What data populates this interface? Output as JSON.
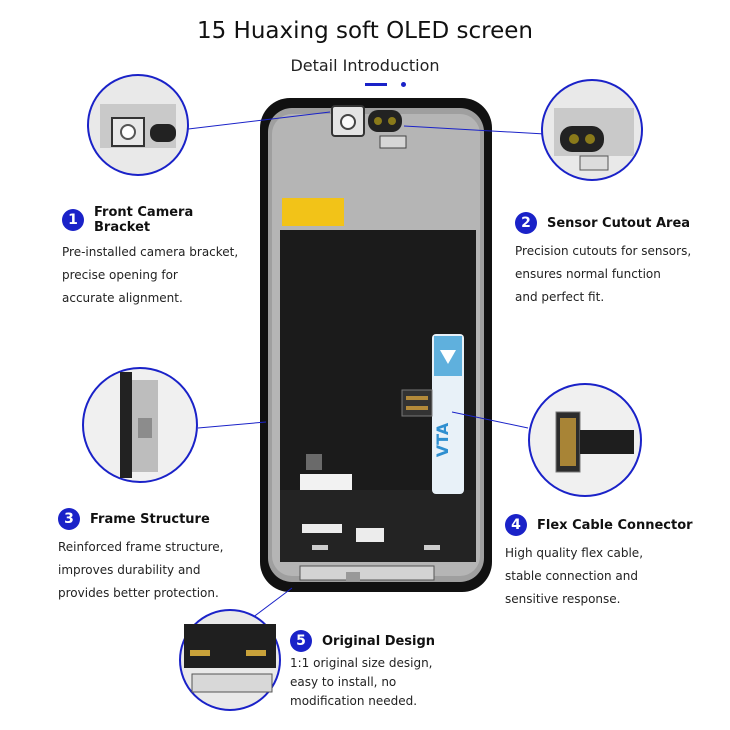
{
  "header": {
    "title": "15 Huaxing soft OLED screen",
    "subtitle": "Detail Introduction"
  },
  "colors": {
    "accent": "#1a22c8",
    "frame": "#111111",
    "panel": "#1b1b1b",
    "sticker": "#f2c318"
  },
  "features": [
    {
      "number": "1",
      "title": "Front Camera Bracket",
      "lines": [
        "Pre-installed camera bracket,",
        "precise opening for",
        "accurate alignment."
      ]
    },
    {
      "number": "2",
      "title": "Sensor Cutout Area",
      "lines": [
        "Precision cutouts for sensors,",
        "ensures normal function",
        "and perfect fit."
      ]
    },
    {
      "number": "3",
      "title": "Frame Structure",
      "lines": [
        "Reinforced frame structure,",
        "improves durability and",
        "provides better protection."
      ]
    },
    {
      "number": "4",
      "title": "Flex Cable Connector",
      "lines": [
        "High quality flex cable,",
        "stable connection and",
        "sensitive response."
      ]
    },
    {
      "number": "5",
      "title": "Original Design",
      "lines": [
        "1:1 original size design,",
        "easy to install, no",
        "modification needed."
      ]
    }
  ],
  "flex_label": "VTA"
}
